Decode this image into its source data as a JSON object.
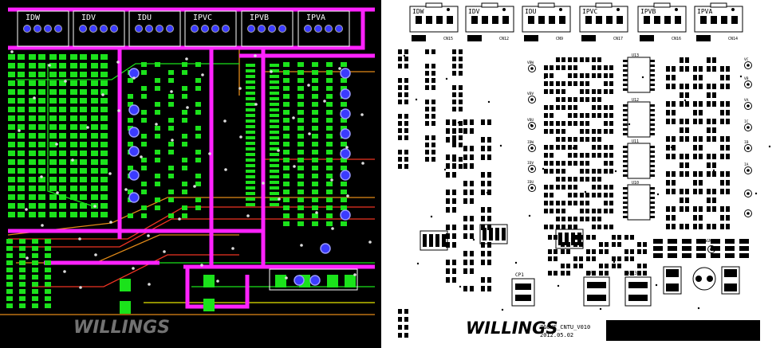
{
  "connectors": [
    {
      "label": "IDW",
      "ref": "CN15"
    },
    {
      "label": "IDV",
      "ref": "CN12"
    },
    {
      "label": "IDU",
      "ref": "CN9"
    },
    {
      "label": "IPVC",
      "ref": "CN17"
    },
    {
      "label": "IPVB",
      "ref": "CN16"
    },
    {
      "label": "IPVA",
      "ref": "CN14"
    }
  ],
  "testpoints_mid": [
    "VBW",
    "VBV",
    "VBU",
    "IDW",
    "IDV",
    "IDU"
  ],
  "testpoints_right": [
    "VC",
    "VB",
    "VA",
    "IC",
    "IB",
    "IA"
  ],
  "agnd_label": "AGND",
  "ic_labels": [
    "U13",
    "U12",
    "U11",
    "U10"
  ],
  "cap_labels": [
    "CP1",
    "CP2",
    "CP3"
  ],
  "logo_text": "WILLINGS",
  "board_code": "7GOKE_CNTU_V010",
  "board_date": "2012.05.02",
  "left_watermark": "WILLINGS",
  "colors": {
    "board_dark": "#000000",
    "pad_green": "#1be21b",
    "trace_magenta": "#ff22ff",
    "trace_red": "#ee3322",
    "trace_orange": "#e28a18",
    "via_blue": "#3b3bff",
    "silk_white": "#ffffff",
    "copper_yellow": "#e6e600"
  }
}
